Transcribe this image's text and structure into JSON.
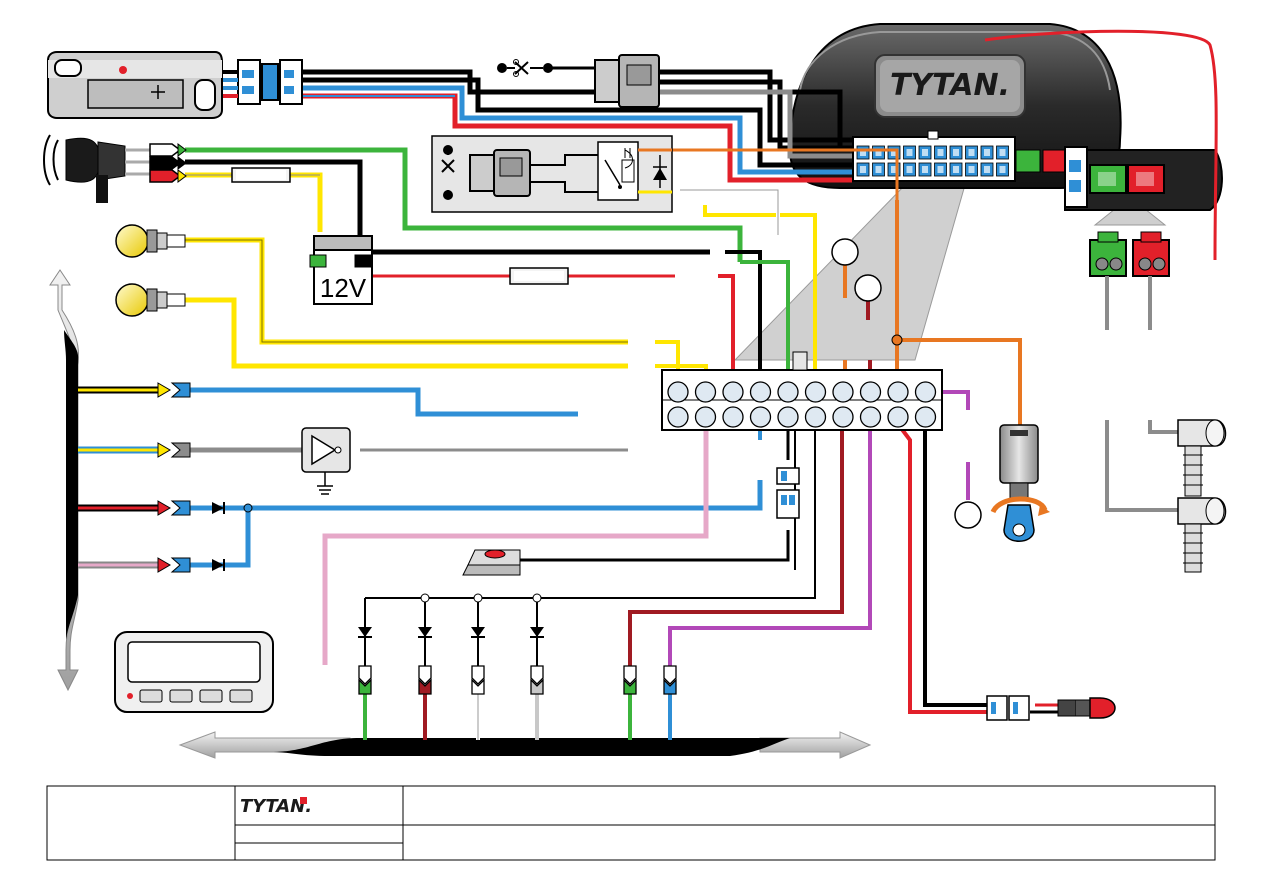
{
  "unit": {
    "brand": "TYTAN.",
    "logo_alt": "TYTAN"
  },
  "battery": {
    "label": "12V"
  },
  "footer": {
    "brand": "TYTAN."
  },
  "wire_colors": {
    "black": "#000000",
    "red": "#e2202a",
    "blue": "#2f8fd6",
    "yellow": "#ffe600",
    "green": "#3cb43c",
    "orange": "#e87722",
    "pink": "#e6a8c8",
    "violet": "#b248b8",
    "gray": "#8c8c8c",
    "white": "#ffffff",
    "darkred": "#a01a22"
  }
}
